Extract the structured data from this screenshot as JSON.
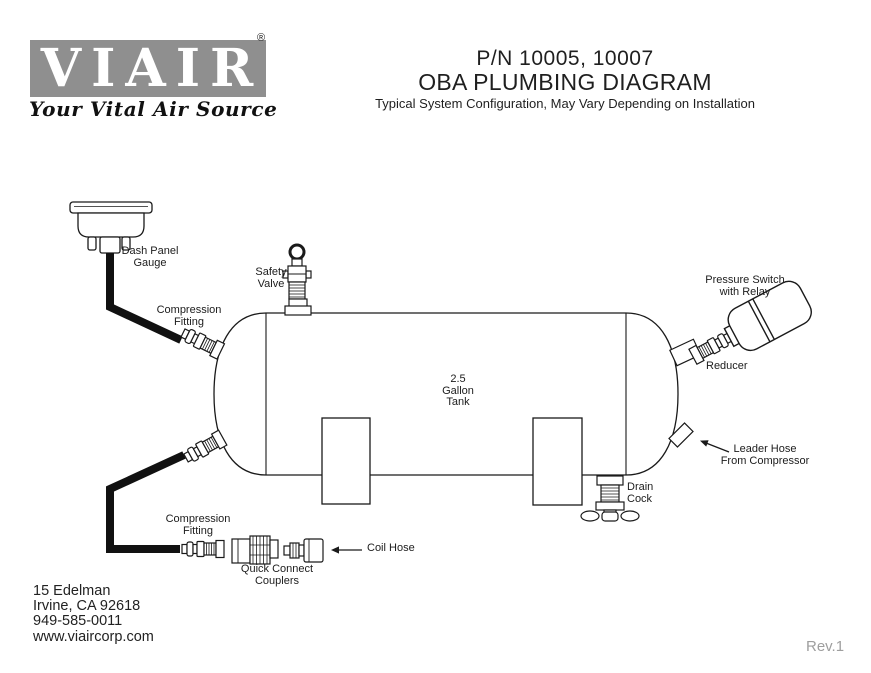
{
  "header": {
    "logo": {
      "text": "VIAIR",
      "registered": "®",
      "tagline": "Your Vital Air Source"
    },
    "title_line1": "P/N 10005, 10007",
    "title_line2": "OBA PLUMBING DIAGRAM",
    "subtitle": "Typical System Configuration, May Vary Depending on Installation"
  },
  "diagram": {
    "labels": {
      "dash_panel_gauge": "Dash Panel\nGauge",
      "compression_fitting_upper": "Compression\nFitting",
      "safety_valve": "Safety\nValve",
      "tank": "2.5\nGallon\nTank",
      "pressure_switch": "Pressure Switch\nwith Relay",
      "reducer": "Reducer",
      "leader_hose": "Leader Hose\nFrom Compressor",
      "drain_cock": "Drain\nCock",
      "compression_fitting_lower": "Compression\nFitting",
      "quick_connect_couplers": "Quick Connect\nCouplers",
      "coil_hose": "Coil Hose"
    }
  },
  "footer": {
    "address": "15 Edelman\nIrvine, CA 92618\n949-585-0011\nwww.viaircorp.com",
    "revision": "Rev.1"
  },
  "colors": {
    "logo_gray": "#8f8f8f",
    "line": "#1a1a1a",
    "hose_black": "#111111",
    "rev_gray": "#9e9e9e"
  }
}
